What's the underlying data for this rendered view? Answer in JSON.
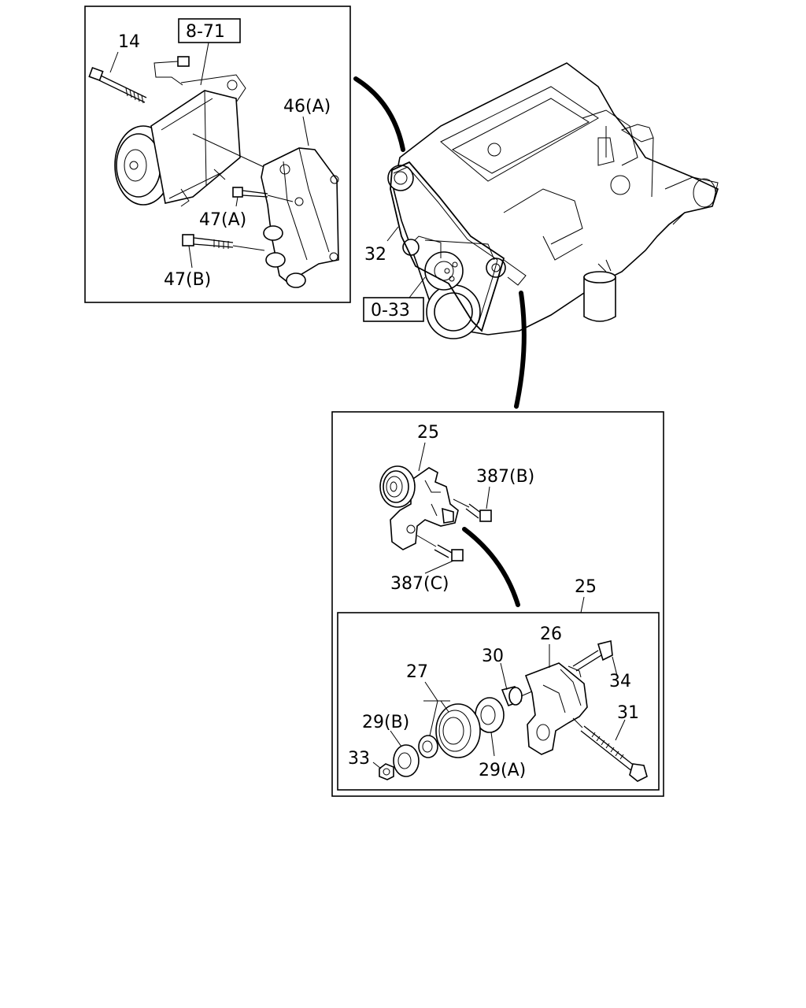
{
  "refs": {
    "r871": "8-71",
    "r033": "0-33"
  },
  "labels": {
    "p14": "14",
    "p46a": "46(A)",
    "p47a": "47(A)",
    "p47b": "47(B)",
    "p32": "32",
    "p25_top": "25",
    "p387b": "387(B)",
    "p387c": "387(C)",
    "p25_box": "25",
    "p26": "26",
    "p27": "27",
    "p30": "30",
    "p34": "34",
    "p31": "31",
    "p29b": "29(B)",
    "p29a": "29(A)",
    "p33": "33"
  }
}
